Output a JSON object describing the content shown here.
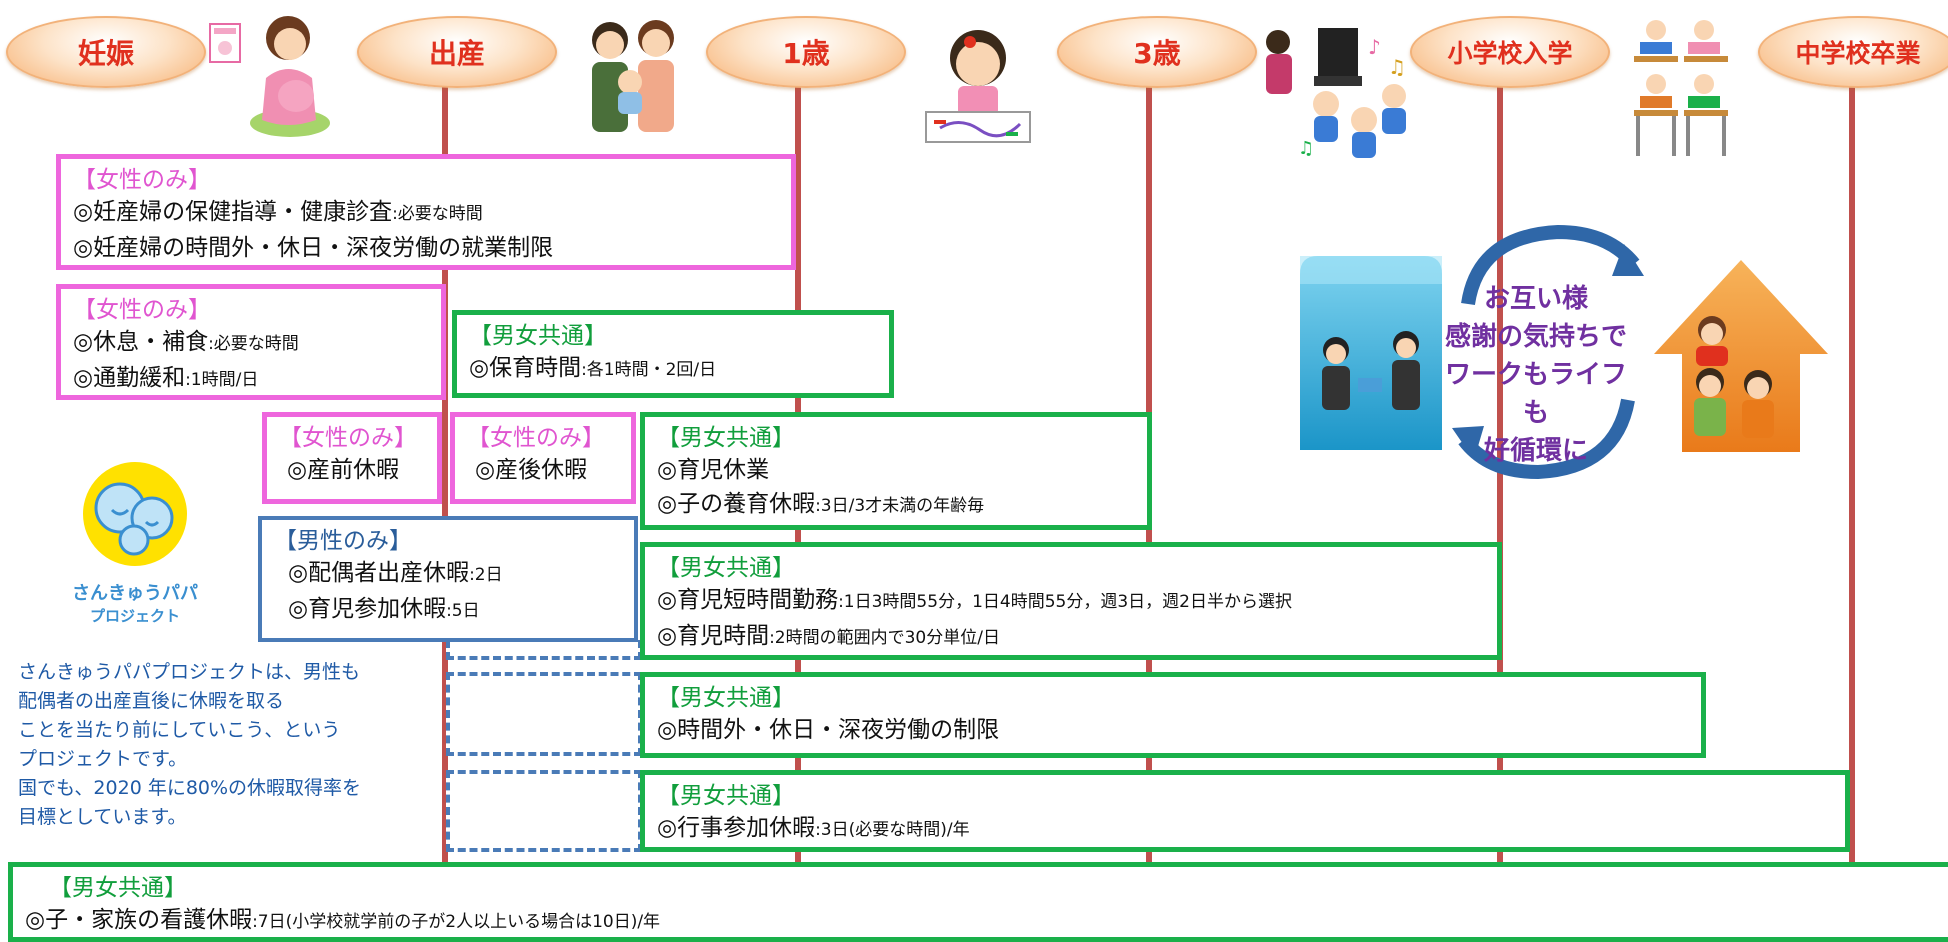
{
  "stages": [
    "妊娠",
    "出産",
    "1歳",
    "3歳",
    "小学校入学",
    "中学校卒業"
  ],
  "boxes": {
    "b1": {
      "tag": "【女性のみ】",
      "l1a": "◎妊産婦の保健指導・健康診査",
      "l1b": ":必要な時間",
      "l2": "◎妊産婦の時間外・休日・深夜労働の就業制限"
    },
    "b2": {
      "tag": "【女性のみ】",
      "l1a": "◎休息・補食",
      "l1b": ":必要な時間",
      "l2a": "◎通勤緩和",
      "l2b": ":1時間/日"
    },
    "b3": {
      "tag": "【男女共通】",
      "l1a": "◎保育時間",
      "l1b": ":各1時間・2回/日"
    },
    "b4": {
      "tag": "【女性のみ】",
      "l1": "◎産前休暇"
    },
    "b5": {
      "tag": "【女性のみ】",
      "l1": "◎産後休暇"
    },
    "b6": {
      "tag": "【男女共通】",
      "l1": "◎育児休業",
      "l2a": "◎子の養育休暇",
      "l2b": ":3日/3才未満の年齢毎"
    },
    "b7": {
      "tag": "【男性のみ】",
      "l1a": "◎配偶者出産休暇",
      "l1b": ":2日",
      "l2a": "◎育児参加休暇",
      "l2b": ":5日"
    },
    "b8": {
      "tag": "【男女共通】",
      "l1a": "◎育児短時間勤務",
      "l1b": ":1日3時間55分，1日4時間55分，週3日，週2日半から選択",
      "l2a": "◎育児時間",
      "l2b": ":2時間の範囲内で30分単位/日"
    },
    "b9": {
      "tag": "【男女共通】",
      "l1": "◎時間外・休日・深夜労働の制限"
    },
    "b10": {
      "tag": "【男女共通】",
      "l1a": "◎行事参加休暇",
      "l1b": ":3日(必要な時間)/年"
    },
    "b11": {
      "tag": "【男女共通】",
      "l1a": "◎子・家族の看護休暇",
      "l1b": ":7日(小学校就学前の子が2人以上いる場合は10日)/年"
    }
  },
  "logo": {
    "line1": "さんきゅうパパ",
    "line2": "プロジェクト"
  },
  "note": [
    "さんきゅうパパプロジェクトは、男性も",
    "配偶者の出産直後に休暇を取る",
    "ことを当たり前にしていこう、という",
    "プロジェクトです。",
    "国でも、2020 年に80%の休暇取得率を",
    "目標としています。"
  ],
  "cycle": [
    "お互い様",
    "感謝の気持ちで",
    "ワークもライフも",
    "好循環に"
  ],
  "colors": {
    "timeline": "#c0504d",
    "female_only": "#ee66dd",
    "common": "#1ab04a",
    "male_only": "#4a7bb7",
    "stage_text": "#e0301e",
    "note_text": "#1f5aa6",
    "cycle_text": "#7030a0"
  }
}
